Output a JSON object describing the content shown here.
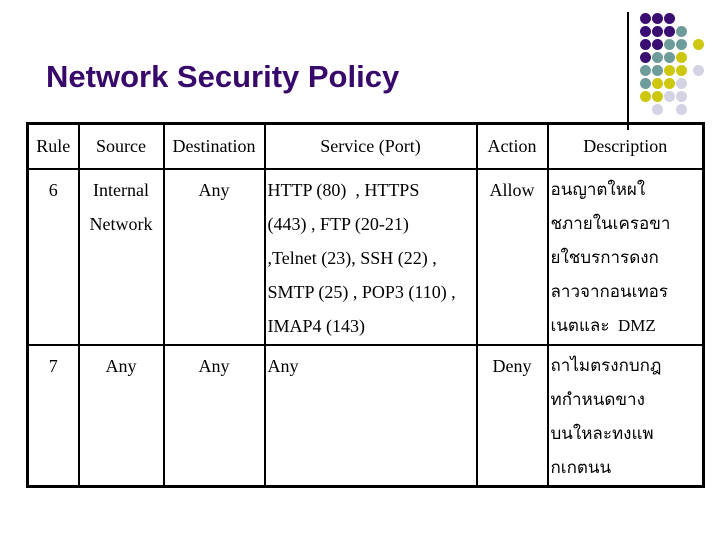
{
  "slide": {
    "title": "Network Security Policy",
    "title_color": "#37096B",
    "background_color": "#FFFFFF"
  },
  "decoration": {
    "line_color": "#000000",
    "dot_colors": {
      "purple": "#3A0D72",
      "teal": "#6D9C9B",
      "yellow": "#CDC70F",
      "gray": "#D3D3E4"
    },
    "dot_rows": [
      [
        "purple",
        "purple",
        "purple",
        null,
        null
      ],
      [
        "purple",
        "purple",
        "purple",
        "teal",
        null
      ],
      [
        "purple",
        "purple",
        "teal",
        "teal",
        "yellow"
      ],
      [
        "purple",
        "teal",
        "teal",
        "yellow",
        null
      ],
      [
        "teal",
        "teal",
        "yellow",
        "yellow",
        "gray"
      ],
      [
        "teal",
        "yellow",
        "yellow",
        "gray",
        null
      ],
      [
        "yellow",
        "yellow",
        "gray",
        "gray",
        null
      ],
      [
        null,
        "gray",
        null,
        "gray",
        null
      ]
    ]
  },
  "table": {
    "headers": [
      "Rule",
      "Source",
      "Destination",
      "Service (Port)",
      "Action",
      "Description"
    ],
    "rows": [
      {
        "rule": "6",
        "source": "Internal\nNetwork",
        "destination": "Any",
        "service": "HTTP (80)  , HTTPS\n(443) , FTP (20-21)\n,Telnet (23), SSH (22) ,\nSMTP (25) , POP3 (110) ,\nIMAP4 (143)",
        "action": "Allow",
        "description": "อนญาตใหผใ\nชภายในเครอขา\nยใชบรการดงก\nลาวจากอนเทอร\nเนตและ  DMZ"
      },
      {
        "rule": "7",
        "source": "Any",
        "destination": "Any",
        "service": "Any",
        "action": "Deny",
        "description": "ถาไมตรงกบกฎ\nทกำหนดขาง\nบนใหละทงแพ\nกเกตนน"
      }
    ]
  }
}
